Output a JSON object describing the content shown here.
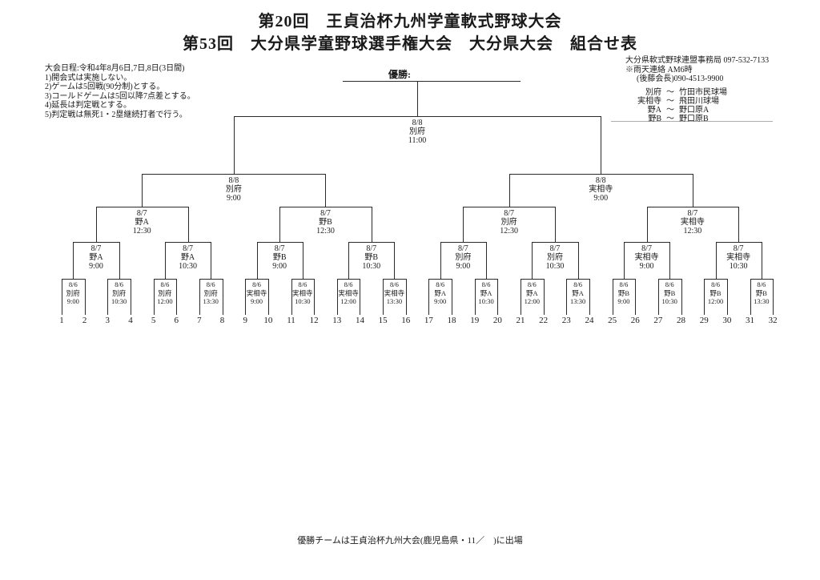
{
  "page": {
    "title_line1": "第20回　王貞治杯九州学童軟式野球大会",
    "title_line2": "第53回　大分県学童野球選手権大会　大分県大会　組合せ表",
    "champion_label": "優勝:",
    "footer_note": "優勝チームは王貞治杯九州大会(鹿児島県・11／　)に出場"
  },
  "notes": {
    "schedule": "大会日程:令和4年8月6日,7日,8日(3日間)",
    "rules": [
      "1)開会式は実施しない。",
      "2)ゲームは5回戦(90分制)とする。",
      "3)コールドゲームは5回以降7点差とする。",
      "4)延長は判定戦とする。",
      "5)判定戦は無死1・2塁継続打者で行う。"
    ]
  },
  "contact": {
    "office": "大分県軟式野球連盟事務局 097-532-7133",
    "rain": "※雨天連絡 AM6時",
    "chairman": "(後藤会長)090-4513-9900"
  },
  "venue_legend": [
    {
      "abbr": "別府",
      "tilde": "～",
      "full": "竹田市民球場"
    },
    {
      "abbr": "実相寺",
      "tilde": "～",
      "full": "飛田川球場"
    },
    {
      "abbr": "野A",
      "tilde": "～",
      "full": "野口原A"
    },
    {
      "abbr": "野B",
      "tilde": "～",
      "full": "野口原B"
    }
  ],
  "bracket": {
    "final": {
      "date": "8/8",
      "venue": "別府",
      "time": "11:00"
    },
    "semifinals": [
      {
        "date": "8/8",
        "venue": "別府",
        "time": "9:00"
      },
      {
        "date": "8/8",
        "venue": "実相寺",
        "time": "9:00"
      }
    ],
    "quarterfinals": [
      {
        "date": "8/7",
        "venue": "野A",
        "time": "12:30"
      },
      {
        "date": "8/7",
        "venue": "野B",
        "time": "12:30"
      },
      {
        "date": "8/7",
        "venue": "別府",
        "time": "12:30"
      },
      {
        "date": "8/7",
        "venue": "実相寺",
        "time": "12:30"
      }
    ],
    "round2": [
      {
        "date": "8/7",
        "venue": "野A",
        "time": "9:00"
      },
      {
        "date": "8/7",
        "venue": "野A",
        "time": "10:30"
      },
      {
        "date": "8/7",
        "venue": "野B",
        "time": "9:00"
      },
      {
        "date": "8/7",
        "venue": "野B",
        "time": "10:30"
      },
      {
        "date": "8/7",
        "venue": "別府",
        "time": "9:00"
      },
      {
        "date": "8/7",
        "venue": "別府",
        "time": "10:30"
      },
      {
        "date": "8/7",
        "venue": "実相寺",
        "time": "9:00"
      },
      {
        "date": "8/7",
        "venue": "実相寺",
        "time": "10:30"
      }
    ],
    "round1": [
      {
        "date": "8/6",
        "venue": "別府",
        "time": "9:00"
      },
      {
        "date": "8/6",
        "venue": "別府",
        "time": "10:30"
      },
      {
        "date": "8/6",
        "venue": "別府",
        "time": "12:00"
      },
      {
        "date": "8/6",
        "venue": "別府",
        "time": "13:30"
      },
      {
        "date": "8/6",
        "venue": "実相寺",
        "time": "9:00"
      },
      {
        "date": "8/6",
        "venue": "実相寺",
        "time": "10:30"
      },
      {
        "date": "8/6",
        "venue": "実相寺",
        "time": "12:00"
      },
      {
        "date": "8/6",
        "venue": "実相寺",
        "time": "13:30"
      },
      {
        "date": "8/6",
        "venue": "野A",
        "time": "9:00"
      },
      {
        "date": "8/6",
        "venue": "野A",
        "time": "10:30"
      },
      {
        "date": "8/6",
        "venue": "野A",
        "time": "12:00"
      },
      {
        "date": "8/6",
        "venue": "野A",
        "time": "13:30"
      },
      {
        "date": "8/6",
        "venue": "野B",
        "time": "9:00"
      },
      {
        "date": "8/6",
        "venue": "野B",
        "time": "10:30"
      },
      {
        "date": "8/6",
        "venue": "野B",
        "time": "12:00"
      },
      {
        "date": "8/6",
        "venue": "野B",
        "time": "13:30"
      }
    ],
    "seeds": [
      1,
      2,
      3,
      4,
      5,
      6,
      7,
      8,
      9,
      10,
      11,
      12,
      13,
      14,
      15,
      16,
      17,
      18,
      19,
      20,
      21,
      22,
      23,
      24,
      25,
      26,
      27,
      28,
      29,
      30,
      31,
      32
    ]
  },
  "colors": {
    "line": "#2a2a2a",
    "paper": "#ffffff",
    "text": "#1a1a1a"
  }
}
